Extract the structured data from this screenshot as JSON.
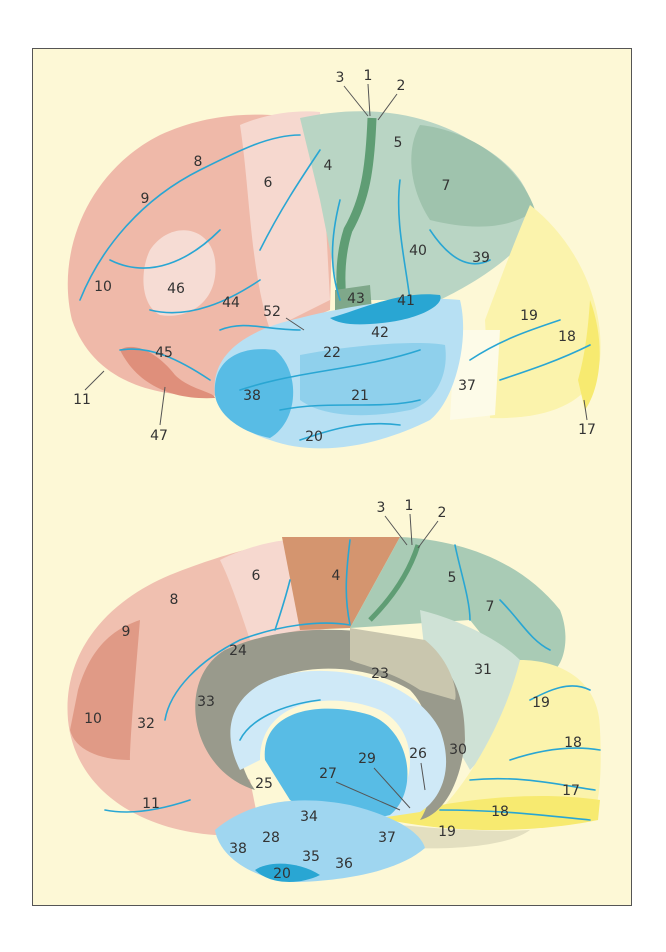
{
  "lateral_view": {
    "labels": [
      "3",
      "1",
      "2",
      "5",
      "8",
      "6",
      "4",
      "7",
      "9",
      "40",
      "39",
      "10",
      "46",
      "44",
      "52",
      "43",
      "41",
      "42",
      "19",
      "18",
      "45",
      "22",
      "11",
      "38",
      "21",
      "37",
      "47",
      "20",
      "17"
    ]
  },
  "medial_view": {
    "labels": [
      "3",
      "1",
      "2",
      "6",
      "4",
      "5",
      "7",
      "8",
      "9",
      "24",
      "23",
      "31",
      "33",
      "19",
      "10",
      "32",
      "18",
      "29",
      "26",
      "30",
      "27",
      "25",
      "17",
      "11",
      "18",
      "34",
      "28",
      "37",
      "19",
      "38",
      "35",
      "36",
      "20"
    ]
  },
  "colors": {
    "background": "#fdf8d6",
    "frontal": "#eab1a0",
    "premotor": "#f6d8cf",
    "motor_medial": "#d4956f",
    "parietal": "#a9cbb5",
    "temporal": "#7ccbeb",
    "occipital": "#fbf2a8",
    "cingulate": "#999a8c",
    "sulci": "#29a6d3"
  }
}
